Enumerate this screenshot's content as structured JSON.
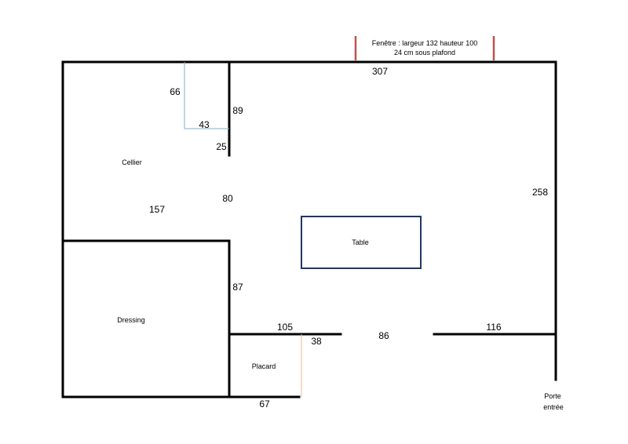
{
  "colors": {
    "wall": "#000000",
    "window_mark": "#c0504d",
    "table_outline": "#1f3864",
    "cellier_niche": "#7fb2c9",
    "placard_line": "#f0b98a"
  },
  "window_note": {
    "line1": "Fenêtre : largeur 132 hauteur 100",
    "line2": "24 cm sous plafond"
  },
  "rooms": {
    "cellier": "Cellier",
    "dressing": "Dressing",
    "placard": "Placard",
    "table": "Table",
    "entrance_line1": "Porte",
    "entrance_line2": "entrée"
  },
  "dimensions": {
    "top_wall": "307",
    "right_wall": "258",
    "niche_height": "66",
    "niche_width": "43",
    "inner_wall_top": "89",
    "inner_wall_gap": "25",
    "opening": "80",
    "cellier_depth": "157",
    "inner_wall_lower": "87",
    "bottom_left_wall": "105",
    "placard_depth": "38",
    "door_opening": "86",
    "bottom_right_wall": "116",
    "placard_width": "67"
  }
}
